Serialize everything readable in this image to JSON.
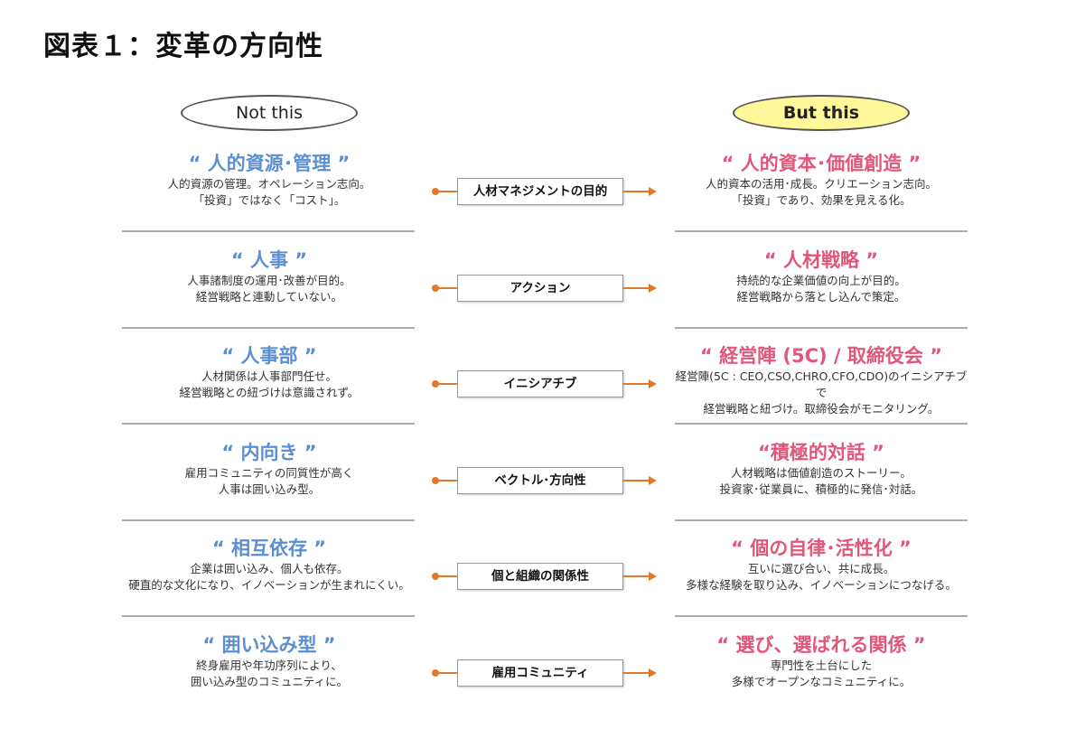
{
  "title": "図表１：変革の方向性",
  "left_header": "Not this",
  "right_header": "But this",
  "rows": [
    {
      "left_title": "“ 人的資源･管理 ”",
      "left_desc": [
        "人的資源の管理。オペレーション志向。",
        "「投資」ではなく「コスト」。"
      ],
      "center": "人材マネジメントの目的",
      "right_title": "“ 人的資本･価値創造 ”",
      "right_desc": [
        "人的資本の活用･成長。クリエーション志向。",
        "「投資」であり、効果を見える化。"
      ]
    },
    {
      "left_title": "“ 人事 ”",
      "left_desc": [
        "人事諸制度の運用･改善が目的。",
        "経営戦略と連動していない。"
      ],
      "center": "アクション",
      "right_title": "“ 人材戦略 ”",
      "right_desc": [
        "持続的な企業価値の向上が目的。",
        "経営戦略から落とし込んで策定。"
      ]
    },
    {
      "left_title": "“ 人事部 ”",
      "left_desc": [
        "人材関係は人事部門任せ。",
        "経営戦略との紐づけは意識されず。"
      ],
      "center": "イニシアチブ",
      "right_title": "“ 経営陣 (5C) / 取締役会 ”",
      "right_desc": [
        "経営陣(5C : CEO,CSO,CHRO,CFO,CDO)のイニシアチブで",
        "経営戦略と紐づけ。取締役会がモニタリング。"
      ]
    },
    {
      "left_title": "“ 内向き ”",
      "left_desc": [
        "雇用コミュニティの同質性が高く",
        "人事は囲い込み型。"
      ],
      "center": "ベクトル･方向性",
      "right_title": "“積極的対話 ”",
      "right_desc": [
        "人材戦略は価値創造のストーリー。",
        "投資家･従業員に、積極的に発信･対話。"
      ]
    },
    {
      "left_title": "“ 相互依存 ”",
      "left_desc": [
        "企業は囲い込み、個人も依存。",
        "硬直的な文化になり、イノベーションが生まれにくい。"
      ],
      "center": "個と組織の関係性",
      "right_title": "“ 個の自律･活性化 ”",
      "right_desc": [
        "互いに選び合い、共に成長。",
        "多様な経験を取り込み、イノベーションにつなげる。"
      ]
    },
    {
      "left_title": "“ 囲い込み型 ”",
      "left_desc": [
        "終身雇用や年功序列により、",
        "囲い込み型のコミュニティに。"
      ],
      "center": "雇用コミュニティ",
      "right_title": "“ 選び、選ばれる関係 ”",
      "right_desc": [
        "専門性を土台にした",
        "多様でオープンなコミュニティに。"
      ]
    }
  ]
}
